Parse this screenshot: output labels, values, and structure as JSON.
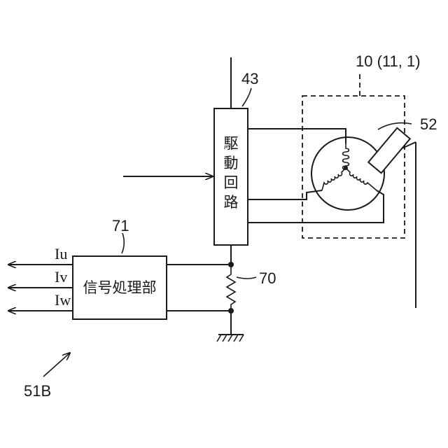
{
  "labels": {
    "figure_ref": "51B",
    "motor_ref": "10 (11, 1)",
    "sensor_ref": "52",
    "drive_ref": "43",
    "signal_ref": "71",
    "resistor_ref": "70"
  },
  "blocks": {
    "drive_circuit": "駆動回路",
    "signal_processor": "信号処理部"
  },
  "outputs": {
    "iu": "Iu",
    "iv": "Iv",
    "iw": "Iw"
  },
  "colors": {
    "line": "#1a1a1a",
    "background": "#ffffff"
  }
}
